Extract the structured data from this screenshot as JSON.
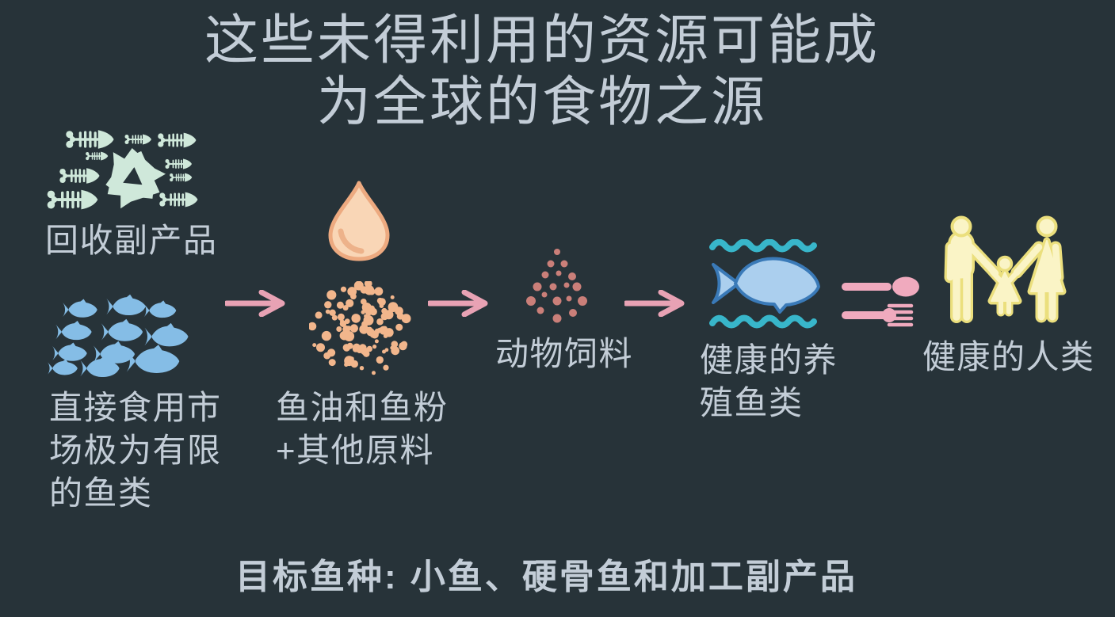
{
  "title": {
    "line1": "这些未得利用的资源可能成",
    "line2": "为全球的食物之源"
  },
  "flow": {
    "byproducts": {
      "label": "回收副产品",
      "icon": "fish-bones-recycle-icon"
    },
    "limited_fish": {
      "label": "直接食用市场极为有限的鱼类",
      "lines": [
        "直接食用市",
        "场极为有限",
        "的鱼类"
      ],
      "icon": "fish-school-icon"
    },
    "oil_meal": {
      "label": "鱼油和鱼粉+其他原料",
      "lines": [
        "鱼油和鱼粉",
        "+其他原料"
      ],
      "icons": [
        "oil-drop-icon",
        "fishmeal-dots-icon"
      ]
    },
    "feed": {
      "label": "动物饲料",
      "icon": "feed-pellets-icon"
    },
    "farmed_fish": {
      "label": "健康的养殖鱼类",
      "lines": [
        "健康的养",
        "殖鱼类"
      ],
      "icon": "farmed-fish-waves-icon"
    },
    "humans": {
      "label": "健康的人类",
      "icon": "family-icon"
    },
    "connectors": {
      "arrow_icon": "flow-arrow-icon",
      "equals_icon": "spoon-fork-icon"
    }
  },
  "footer": {
    "text": "目标鱼种: 小鱼、硬骨鱼和加工副产品"
  },
  "colors": {
    "background": "#273339",
    "text": "#c3cdd7",
    "mint": "#cfe8da",
    "fish_blue": "#85bde6",
    "arrow_pink": "#e8a2b4",
    "utensil_pink": "#f0aabe",
    "drop_fill": "#f9d6b6",
    "drop_stroke": "#edaa80",
    "drop_shine": "#edb28a",
    "meal_dot": "#f2b68c",
    "feed_dot": "#ca7f79",
    "farmed_fish_fill": "#abcfee",
    "farmed_fish_stroke": "#3a7ab8",
    "wave_teal": "#38b6ca",
    "family_fill": "#faf4c6",
    "family_stroke": "#ebdf7d"
  }
}
